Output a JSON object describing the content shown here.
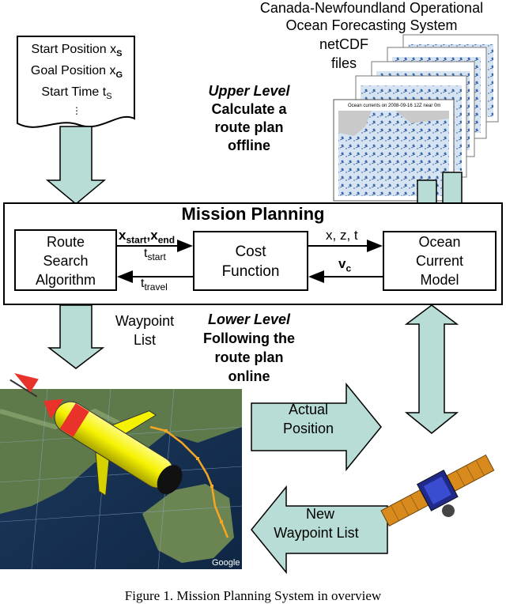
{
  "inputs_doc": {
    "line1": "Start Position x",
    "line1_sub": "S",
    "line2": "Goal Position x",
    "line2_sub": "G",
    "line3": "Start Time t",
    "line3_sub": "S",
    "ellipsis": "⋮"
  },
  "forecast": {
    "line1": "Canada-Newfoundland Operational",
    "line2": "Ocean Forecasting System",
    "line3": "netCDF",
    "line4": "files",
    "map_caption": "Ocean currents on 2008-09-16 12Z near 0m"
  },
  "upper_level": {
    "title": "Upper Level",
    "line1": "Calculate a",
    "line2": "route plan",
    "line3": "offline"
  },
  "mission": {
    "title": "Mission Planning",
    "route_search": [
      "Route",
      "Search",
      "Algorithm"
    ],
    "cost_function": [
      "Cost",
      "Function"
    ],
    "ocean_model": [
      "Ocean",
      "Current",
      "Model"
    ],
    "x_start": "x",
    "x_start_sub": "start",
    "x_end": "x",
    "x_end_sub": "end",
    "t_start": "t",
    "t_start_sub": "start",
    "t_travel": "t",
    "t_travel_sub": "travel",
    "xzt": "x, z, t",
    "vc": "v",
    "vc_sub": "c"
  },
  "waypoint": {
    "line1": "Waypoint",
    "line2": "List"
  },
  "lower_level": {
    "title": "Lower Level",
    "line1": "Following the",
    "line2": "route plan",
    "line3": "online"
  },
  "actual_position": {
    "line1": "Actual",
    "line2": "Position"
  },
  "new_waypoint": {
    "line1": "New",
    "line2": "Waypoint List"
  },
  "map": {
    "logo": "Google"
  },
  "caption": "Figure 1. Mission Planning System in overview",
  "colors": {
    "arrow_fill": "#b7ddd6",
    "arrow_stroke": "#000000",
    "glider_yellow": "#f5f200",
    "glider_red": "#e8322a",
    "track_orange": "#f5a623"
  }
}
